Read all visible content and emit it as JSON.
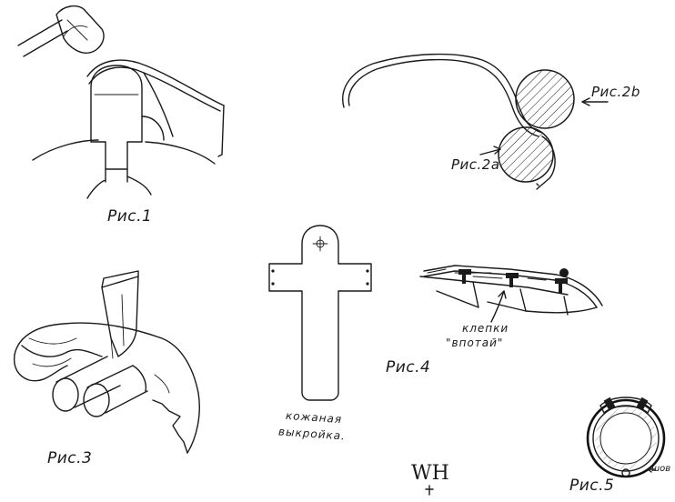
{
  "labels": {
    "fig1": "Рис.1",
    "fig2b": "Рис.2b",
    "fig2a": "Рис.2а",
    "fig3": "Рис.3",
    "fig4": "Рис.4",
    "fig5": "Рис.5",
    "rivets_line1": "клепки",
    "rivets_line2": "\"впотай\"",
    "pattern_line1": "кожаная",
    "pattern_line2": "выкройка.",
    "seam": "шов",
    "signature": "WH"
  },
  "colors": {
    "ink": "#1a1a1a",
    "paper": "#ffffff"
  }
}
